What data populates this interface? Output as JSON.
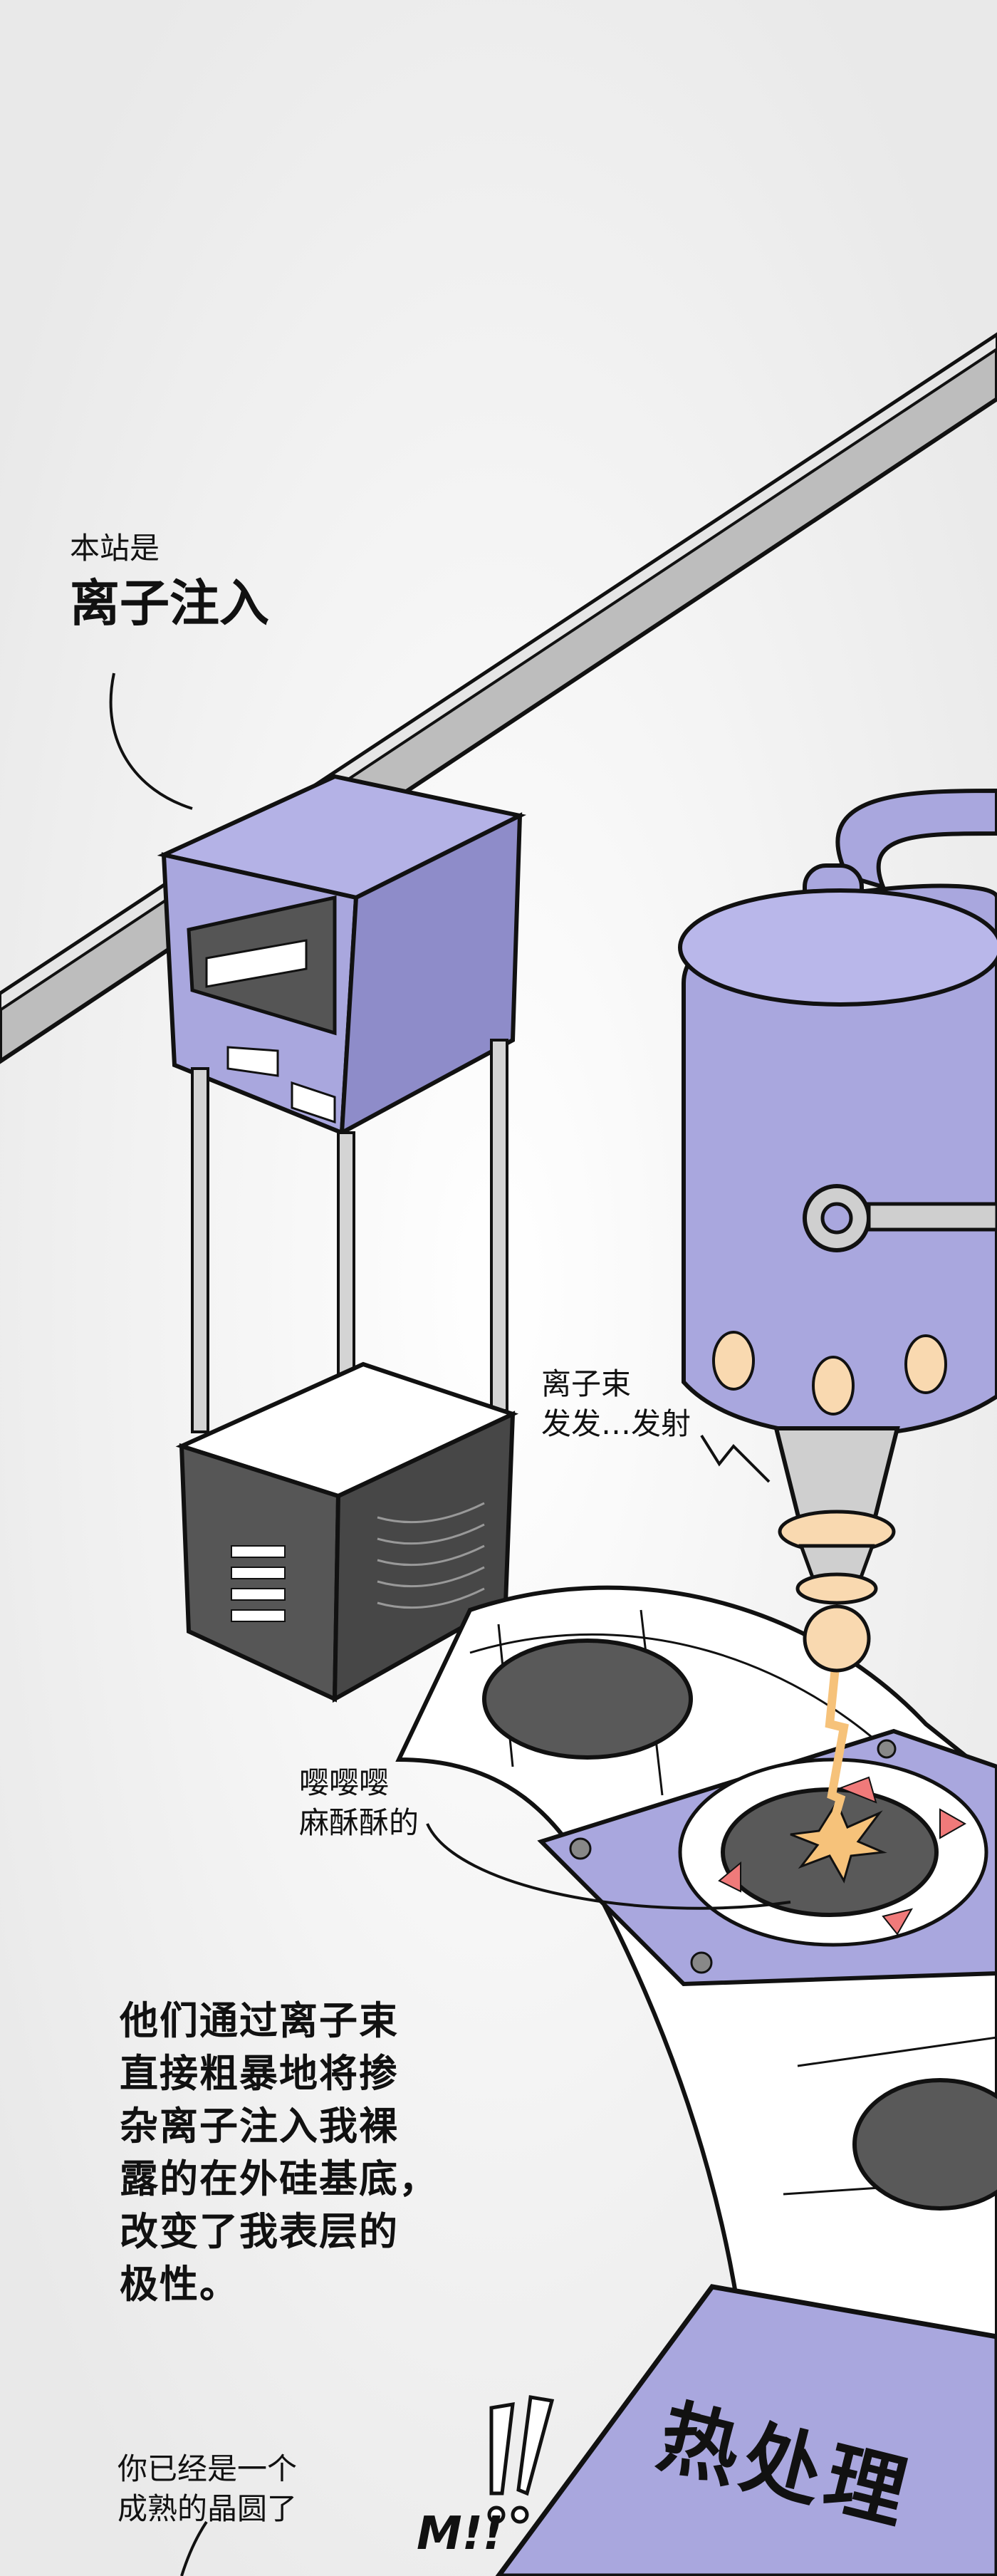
{
  "captions": {
    "station_intro": "本站是",
    "station_name": "离子注入",
    "beam_lines": [
      "离子束",
      "发发…发射"
    ],
    "sfx_lines": [
      "嘤嘤嘤",
      "麻酥酥的"
    ],
    "narration_lines": [
      "他们通过离子束",
      "直接粗暴地将掺",
      "杂离子注入我裸",
      "露的在外硅基底，",
      "改变了我表层的",
      "极性。"
    ],
    "next_station": "热处理",
    "wafer_lines": [
      "你已经是一个",
      "成熟的晶圆了"
    ],
    "exclaim": "M!!"
  },
  "colors": {
    "machine_purple": "#a9a7de",
    "machine_dark": "#8e8cc9",
    "metal_grey": "#6e6e6e",
    "wafer_dark": "#595959",
    "glow_orange": "#f6c27a",
    "peach": "#f9d9b0",
    "ink": "#111111"
  }
}
